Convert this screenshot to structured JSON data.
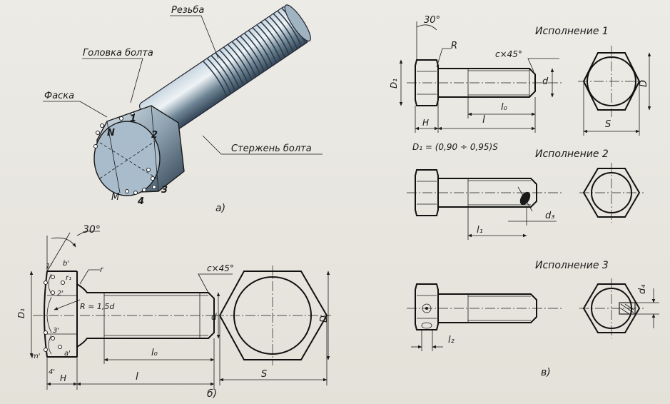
{
  "panel_a": {
    "label_thread": "Резьба",
    "label_head": "Головка болта",
    "label_chamfer": "Фаска",
    "label_shank": "Стержень болта",
    "point_N": "N",
    "point_M": "M",
    "point_1": "1",
    "point_2": "2",
    "point_3": "3",
    "point_4": "4",
    "caption": "а)"
  },
  "panel_b": {
    "angle": "30°",
    "chamfer": "c×45°",
    "radius": "R ≈ 1,5d",
    "r": "r",
    "r1": "r₁",
    "p1": "1'",
    "pb": "b'",
    "p2": "2'",
    "p3": "3'",
    "pm": "m'",
    "pa": "a'",
    "p4": "4'",
    "D1": "D₁",
    "H": "H",
    "l0": "l₀",
    "l": "l",
    "d": "d",
    "D": "D",
    "S": "S",
    "caption": "б)"
  },
  "panel_c": {
    "title1": "Исполнение 1",
    "title2": "Исполнение 2",
    "title3": "Исполнение 3",
    "angle": "30°",
    "R": "R",
    "chamfer": "c×45°",
    "D1": "D₁",
    "d": "d",
    "l0": "l₀",
    "l": "l",
    "H": "H",
    "D": "D",
    "S": "S",
    "formula": "D₁ = (0,90 ÷ 0,95)S",
    "d3": "d₃",
    "l1": "l₁",
    "l2": "l₂",
    "d4": "d₄",
    "caption": "в)"
  }
}
